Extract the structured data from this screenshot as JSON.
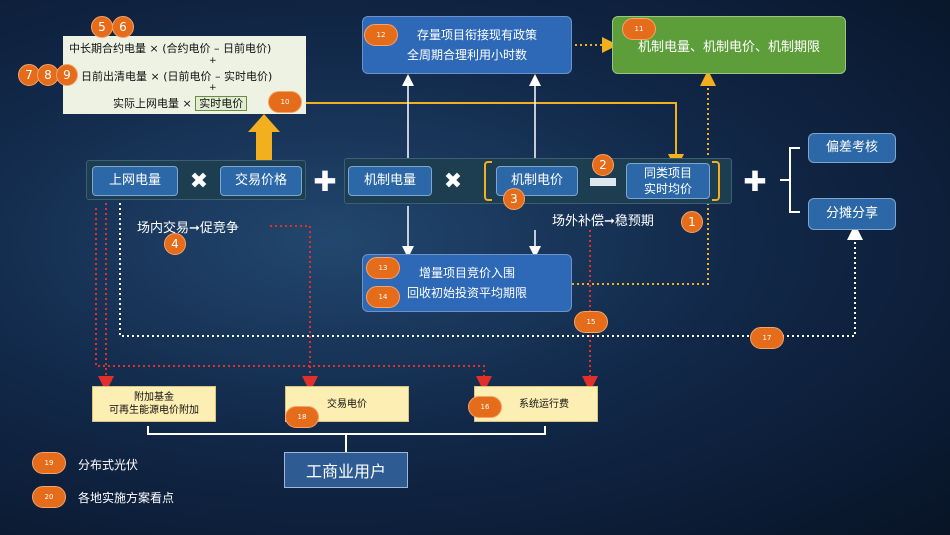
{
  "formula": {
    "row1_label": "中长期合约电量 ×",
    "row1_expr": "(合约电价 – 日前电价)",
    "row2_label": "日前出清电量 ×",
    "row2_expr": "(日前电价 – 实时电价)",
    "row3_label": "实际上网电量 ×",
    "row3_expr": "实时电价",
    "plus": "+"
  },
  "market": {
    "volume": "上网电量",
    "price": "交易价格",
    "mech_volume": "机制电量",
    "mech_price": "机制电价",
    "ref_price": "同类项目\n实时均价"
  },
  "operators": {
    "times": "✖",
    "plus": "✚",
    "minus": "—"
  },
  "labels": {
    "inner_trade": "场内交易➞促竞争",
    "outer_comp": "场外补偿➞稳预期"
  },
  "top_box": {
    "line1": "存量项目衔接现有政策",
    "line2": "全周期合理利用小时数"
  },
  "green_box": "机制电量、机制电价、机制期限",
  "mid_box": {
    "line1": "增量项目竞价入围",
    "line2": "回收初始投资平均期限"
  },
  "right_boxes": {
    "deviation": "偏差考核",
    "sharing": "分摊分享"
  },
  "yellow_boxes": {
    "fund_line1": "附加基金",
    "fund_line2": "可再生能源电价附加",
    "trade_price": "交易电价",
    "system_fee": "系统运行费"
  },
  "users": "工商业用户",
  "legend": [
    {
      "num": "19",
      "text": "分布式光伏"
    },
    {
      "num": "20",
      "text": "各地实施方案看点"
    }
  ],
  "badges": {
    "b1": "1",
    "b2": "2",
    "b3": "3",
    "b4": "4",
    "b5": "5",
    "b6": "6",
    "b7": "7",
    "b8": "8",
    "b9": "9",
    "b10": "10",
    "b11": "11",
    "b12": "12",
    "b13": "13",
    "b14": "14",
    "b15": "15",
    "b16": "16",
    "b17": "17",
    "b18": "18"
  },
  "colors": {
    "orange_badge": "#e56c1a",
    "blue_box": "#2e69b8",
    "green_box": "#5d9e3a",
    "yellow_box": "#fdeeb3",
    "arrow_yellow": "#f2b01e",
    "arrow_red": "#e0302a"
  }
}
